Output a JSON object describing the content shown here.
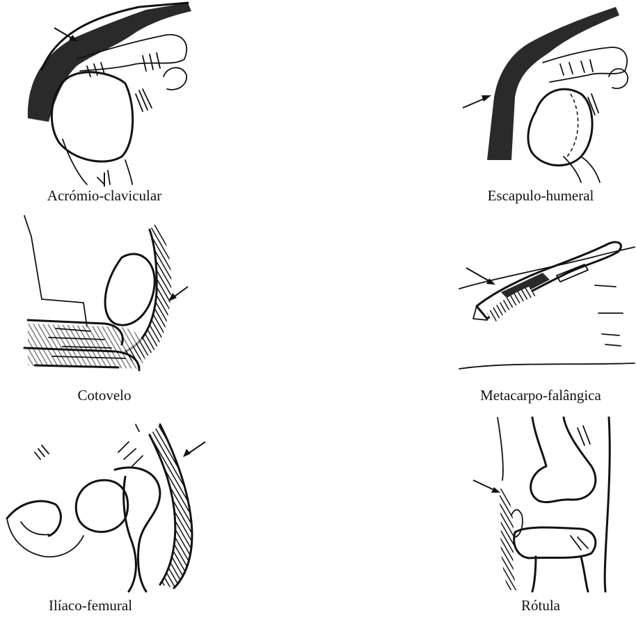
{
  "figures": [
    {
      "id": "acromio",
      "caption": "Acrómio-clavicular",
      "icon": "shoulder-acromioclavicular-joint-sketch"
    },
    {
      "id": "escapulo",
      "caption": "Escapulo-humeral",
      "icon": "shoulder-glenohumeral-joint-sketch"
    },
    {
      "id": "cotovelo",
      "caption": "Cotovelo",
      "icon": "elbow-joint-sketch"
    },
    {
      "id": "metacarpo",
      "caption": "Metacarpo-falângica",
      "icon": "finger-metacarpophalangeal-joint-sketch"
    },
    {
      "id": "iliaco",
      "caption": "Ilíaco-femural",
      "icon": "hip-joint-sketch"
    },
    {
      "id": "rotula",
      "caption": "Rótula",
      "icon": "knee-patella-sketch"
    }
  ]
}
